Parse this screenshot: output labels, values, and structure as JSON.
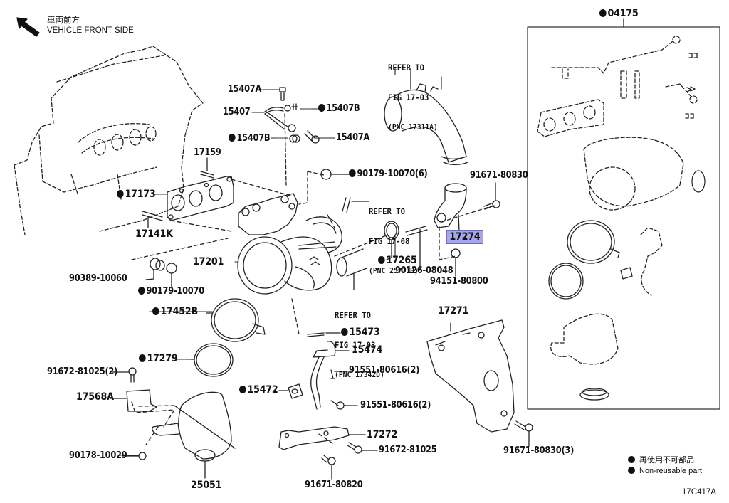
{
  "diagram": {
    "direction_indicator": {
      "icon": "arrow-up-left-icon",
      "jp": "車両前方",
      "en": "VEHICLE FRONT SIDE"
    },
    "highlight_color": "#a6a6e8",
    "parts": [
      {
        "id": "04175",
        "text": "04175",
        "non_reusable": true
      },
      {
        "id": "15407A_top",
        "text": "15407A",
        "non_reusable": false
      },
      {
        "id": "15407",
        "text": "15407",
        "non_reusable": false
      },
      {
        "id": "15407B_right",
        "text": "15407B",
        "non_reusable": true
      },
      {
        "id": "15407B_left",
        "text": "15407B",
        "non_reusable": true
      },
      {
        "id": "15407A_right",
        "text": "15407A",
        "non_reusable": false
      },
      {
        "id": "17159",
        "text": "17159",
        "non_reusable": false
      },
      {
        "id": "90179-10070-6",
        "text": "90179-10070(6)",
        "non_reusable": true
      },
      {
        "id": "91671-80830",
        "text": "91671-80830",
        "non_reusable": false
      },
      {
        "id": "17173",
        "text": "17173",
        "non_reusable": true
      },
      {
        "id": "17141K",
        "text": "17141K",
        "non_reusable": false
      },
      {
        "id": "17274",
        "text": "17274",
        "non_reusable": false,
        "highlighted": true
      },
      {
        "id": "17201",
        "text": "17201",
        "non_reusable": false
      },
      {
        "id": "17265",
        "text": "17265",
        "non_reusable": true
      },
      {
        "id": "90126-08048",
        "text": "90126-08048",
        "non_reusable": false
      },
      {
        "id": "90389-10060",
        "text": "90389-10060",
        "non_reusable": false
      },
      {
        "id": "94151-80800",
        "text": "94151-80800",
        "non_reusable": false
      },
      {
        "id": "90179-10070",
        "text": "90179-10070",
        "non_reusable": true
      },
      {
        "id": "17452B",
        "text": "17452B",
        "non_reusable": true
      },
      {
        "id": "17271",
        "text": "17271",
        "non_reusable": false
      },
      {
        "id": "15473",
        "text": "15473",
        "non_reusable": true
      },
      {
        "id": "15474",
        "text": "15474",
        "non_reusable": false
      },
      {
        "id": "17279",
        "text": "17279",
        "non_reusable": true
      },
      {
        "id": "91551-80616-a",
        "text": "91551-80616(2)",
        "non_reusable": false
      },
      {
        "id": "91672-81025-2",
        "text": "91672-81025(2)",
        "non_reusable": false
      },
      {
        "id": "15472",
        "text": "15472",
        "non_reusable": true
      },
      {
        "id": "91551-80616-b",
        "text": "91551-80616(2)",
        "non_reusable": false
      },
      {
        "id": "17568A",
        "text": "17568A",
        "non_reusable": false
      },
      {
        "id": "17272",
        "text": "17272",
        "non_reusable": false
      },
      {
        "id": "91672-81025",
        "text": "91672-81025",
        "non_reusable": false
      },
      {
        "id": "90178-10029",
        "text": "90178-10029",
        "non_reusable": false
      },
      {
        "id": "91671-80830-3",
        "text": "91671-80830(3)",
        "non_reusable": false
      },
      {
        "id": "25051",
        "text": "25051",
        "non_reusable": false
      },
      {
        "id": "91671-80820",
        "text": "91671-80820",
        "non_reusable": false
      }
    ],
    "references": [
      {
        "line1": "REFER TO",
        "line2": "FIG 17-03",
        "line3": "(PNC 17311A)"
      },
      {
        "line1": "REFER TO",
        "line2": "FIG 17-08",
        "line3": "(PNC 25771B)"
      },
      {
        "line1": "REFER TO",
        "line2": "FIG 17-03",
        "line3": "(PNC 17342D)"
      }
    ],
    "legend": {
      "icon": "filled-circle-icon",
      "jp": "再使用不可部品",
      "en": "Non-reusable part"
    },
    "illustration_code": "17C417A"
  }
}
